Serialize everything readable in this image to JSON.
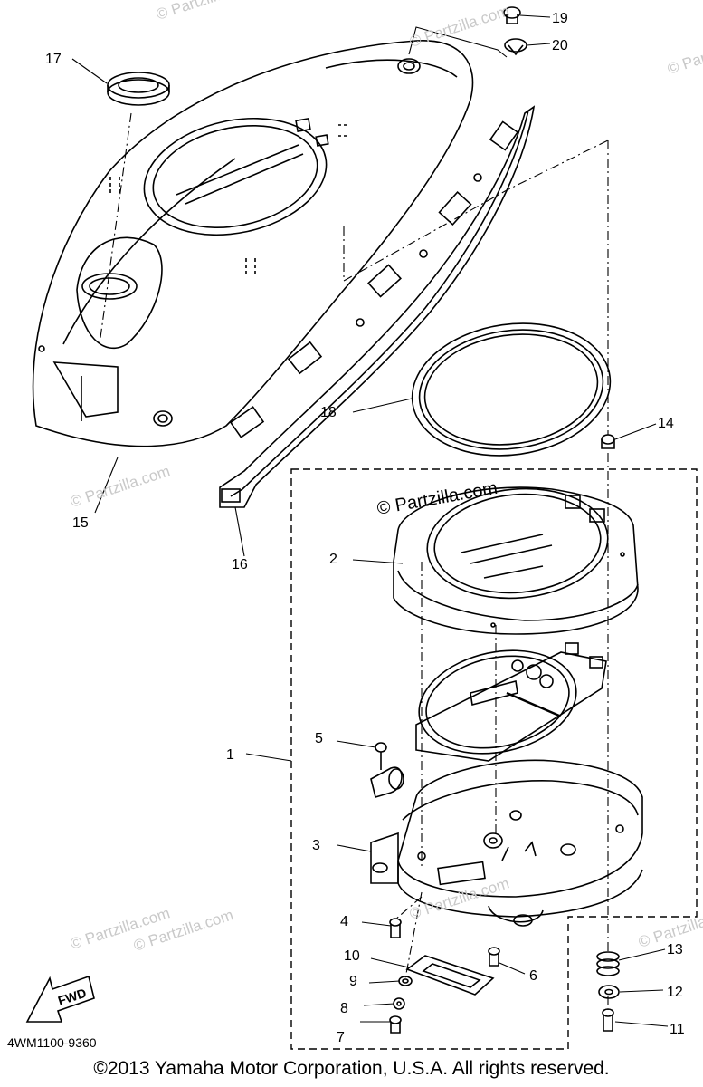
{
  "watermark": "© Partzilla.com",
  "watermark_main": "© Partzilla.com",
  "fwd_label": "FWD",
  "diagram_code": "4WM1100-9360",
  "copyright": "©2013 Yamaha Motor Corporation, U.S.A. All rights reserved.",
  "callouts": {
    "c1": "1",
    "c2": "2",
    "c3": "3",
    "c4": "4",
    "c5": "5",
    "c6": "6",
    "c7": "7",
    "c8": "8",
    "c9": "9",
    "c10": "10",
    "c11": "11",
    "c12": "12",
    "c13": "13",
    "c14": "14",
    "c15": "15",
    "c16": "16",
    "c17": "17",
    "c18": "18",
    "c19": "19",
    "c20": "20"
  }
}
